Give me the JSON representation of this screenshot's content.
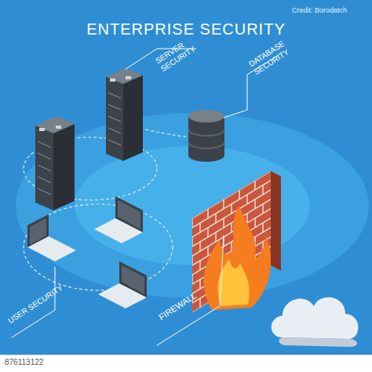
{
  "diagram": {
    "title": "ENTERPRISE SECURITY",
    "labels": [
      "SERVER SECURITY",
      "DATABASE SECURITY",
      "USER SECURITY",
      "FIREWALL",
      "Credit: Borodatch",
      "876113122"
    ]
  }
}
